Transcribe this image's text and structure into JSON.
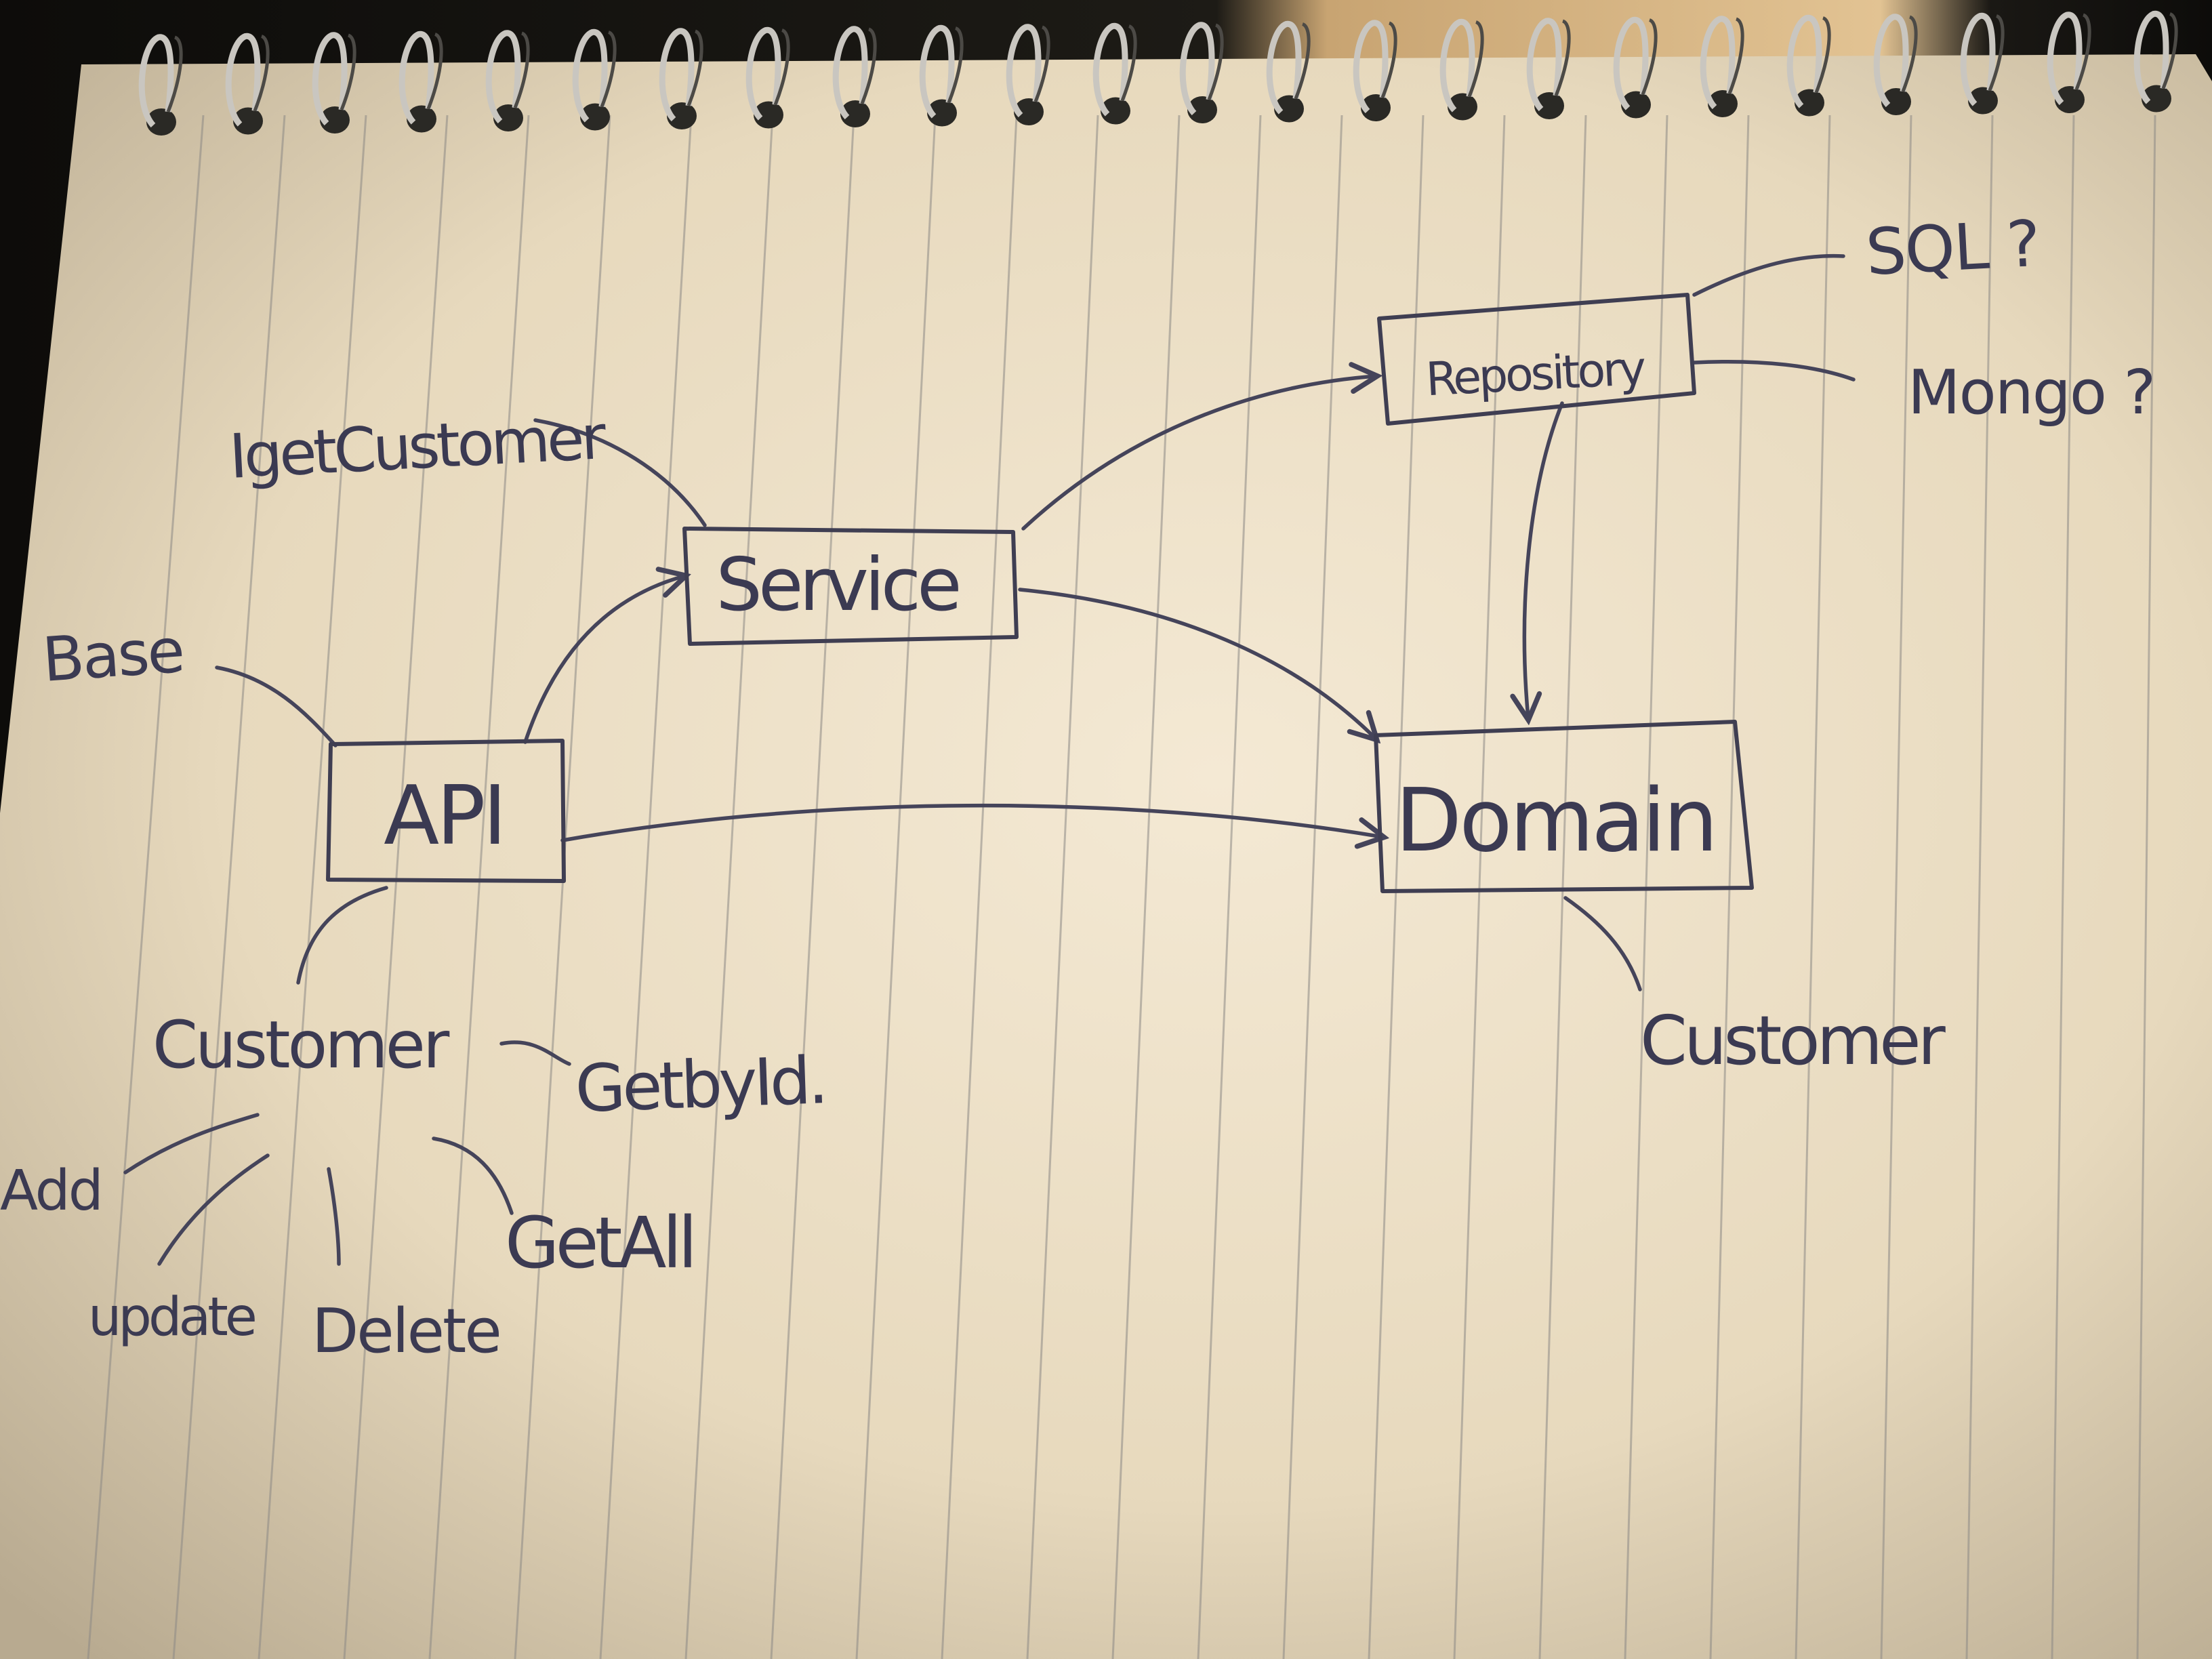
{
  "diagram": {
    "nodes": {
      "api": "API",
      "service": "Service",
      "repository": "Repository",
      "domain": "Domain"
    },
    "labels": {
      "iget_customer": "IgetCustomer",
      "base": "Base",
      "customer_api": "Customer",
      "get_by_id": "GetbyId.",
      "add": "Add",
      "update": "update",
      "delete": "Delete",
      "get_all": "GetAll",
      "sql": "SQL ?",
      "mongo": "Mongo ?",
      "customer_domain": "Customer"
    },
    "edges": [
      {
        "from": "API",
        "to": "Service"
      },
      {
        "from": "API",
        "to": "Domain"
      },
      {
        "from": "Service",
        "to": "Repository"
      },
      {
        "from": "Service",
        "to": "Domain"
      },
      {
        "from": "Repository",
        "to": "Domain"
      }
    ]
  },
  "colors": {
    "paper": "#f1e6cf",
    "ink": "#3f3e52",
    "rule_lines": "#8d8a86",
    "background": "#15140f"
  }
}
